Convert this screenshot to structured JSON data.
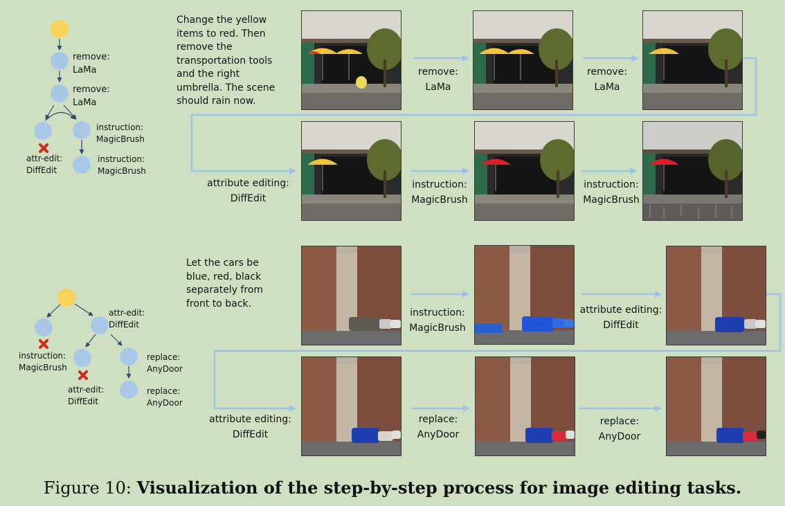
{
  "task1": {
    "instruction": "Change the yellow\nitems to red. Then\nremove the\ntransportation tools\nand the right\numbrella. The scene\nshould rain now.",
    "tree_labels": [
      "remove:\nLaMa",
      "remove:\nLaMa",
      "instruction:\nMagicBrush",
      "instruction:\nMagicBrush",
      "attr-edit:\nDiffEdit"
    ],
    "steps": [
      "remove:\nLaMa",
      "remove:\nLaMa",
      "attribute editing:\nDiffEdit",
      "instruction:\nMagicBrush",
      "instruction:\nMagicBrush"
    ]
  },
  "task2": {
    "instruction": "Let the cars be\nblue, red, black\nseparately from\nfront to back.",
    "tree_labels": [
      "attr-edit:\nDiffEdit",
      "instruction:\nMagicBrush",
      "attr-edit:\nDiffEdit",
      "replace:\nAnyDoor",
      "replace:\nAnyDoor"
    ],
    "steps": [
      "instruction:\nMagicBrush",
      "attribute editing:\nDiffEdit",
      "attribute editing:\nDiffEdit",
      "replace:\nAnyDoor",
      "replace:\nAnyDoor"
    ]
  },
  "caption": {
    "prefix": "Figure 10: ",
    "text": "Visualization of the step-by-step process for image editing tasks."
  },
  "colors": {
    "background": "#cfe0c2",
    "root_node": "#f9d25a",
    "node": "#a9c7e6",
    "arrow": "#9ec3e6",
    "fail_mark": "#d42a1a"
  }
}
